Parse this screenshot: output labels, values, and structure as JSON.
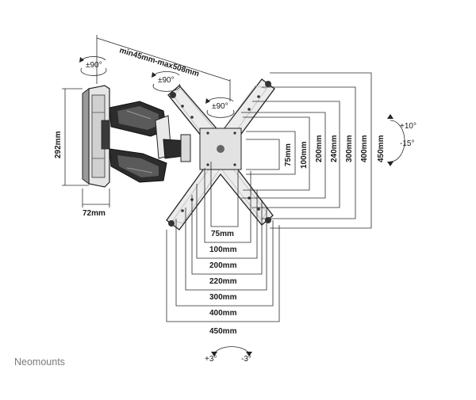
{
  "brand": "Neomounts",
  "dimensions": {
    "arm_extension": "min45mm-max508mm",
    "wall_plate_height": "292mm",
    "wall_plate_width": "72mm"
  },
  "rotation": {
    "wall_swivel": "±90°",
    "arm_swivel": "±90°",
    "head_swivel": "±90°",
    "tilt_up": "+10°",
    "tilt_down": "-15°",
    "roll_plus": "+3°",
    "roll_minus": "-3°"
  },
  "vesa_horizontal": [
    "75mm",
    "100mm",
    "200mm",
    "220mm",
    "300mm",
    "400mm",
    "450mm"
  ],
  "vesa_vertical": [
    "75mm",
    "100mm",
    "200mm",
    "240mm",
    "300mm",
    "400mm",
    "450mm"
  ]
}
